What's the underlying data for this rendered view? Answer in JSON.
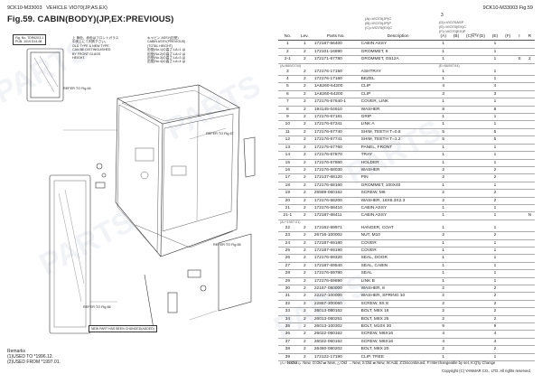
{
  "header": {
    "code_left": "9CK10-M33003",
    "vehicle": "VEHICLE VIO70(JP,AS,EX)",
    "title": "Fig.59.  CABIN(BODY)(JP,EX:PREVIOUS)",
    "code_right": "9CK10-M33003    Fig.59",
    "code_right2": "3",
    "legend": [
      "(A)=VIO70(JP)C",
      "(B)=VIO70(JP)P",
      "(C)=VIO70(EX)C",
      "(D)=VIO70ASP",
      "(E)=VIO70(EX)C",
      "(F)=VIO70(EX)P"
    ]
  },
  "diagram": {
    "box_note_1": [
      "Fig. No. TDR6203-1",
      "PUB. 1019 D14-98"
    ],
    "box_note_2": "NEW PART HAS BEEN CHANGED(ADDED)",
    "jp_note_1": [
      "上 無色、赤色はフロントガラス",
      "中央上にて判別下さい。",
      "OLD TYPE & NEW TYPE",
      "CAN BE DISTINGUISHED",
      "BY FRONT GLASS",
      "HEIGHT."
    ],
    "jp_note_2": [
      "キャビン ASSY(旧型)",
      "CABIN ASSY(PREVIOUS)",
      "(TOTAL HEIGHT)",
      "旧型(No.1)の高さ:LA=1 は",
      "旧型(No.2)の高さ:LA=2 は",
      "旧型(No.3)の高さ:LA=3 は",
      "旧型(No.4)の高さ:LA=4 は"
    ],
    "refs": [
      "REFER TO Fig.64",
      "REFER TO Fig.67",
      "REFER TO Fig.65",
      "REFER TO Fig.66"
    ]
  },
  "remarks": [
    "Remarks",
    "(1)USED TO *1996.12.",
    "(2)USED FROM *1997.01."
  ],
  "table": {
    "columns": {
      "no": "No.",
      "lev": "Lev.",
      "part": "Parts No.",
      "desc": "Description",
      "qty": "Q'ty",
      "i": "I",
      "r": "R",
      "q_cols": [
        "(A)",
        "(B)",
        "(C)",
        "(D)",
        "(E)",
        "(F)"
      ]
    },
    "rows": [
      {
        "no": "1",
        "lev": "1",
        "part": "172187-66400",
        "desc": "CABIN ASSY",
        "q": [
          "1",
          "",
          "",
          "",
          "1",
          ""
        ],
        "i": "",
        "r": ""
      },
      {
        "no": "2",
        "lev": "2",
        "part": "172101-16890",
        "desc": "GROMMET, 9",
        "q": [
          "1",
          "",
          "",
          "",
          "1",
          ""
        ],
        "i": "",
        "r": ""
      },
      {
        "no": "2-1",
        "lev": "2",
        "part": "172171-67780",
        "desc": "GROMMET, G512A",
        "q": [
          "1",
          "",
          "",
          "",
          "1",
          ""
        ],
        "i": "S",
        "r": "2"
      },
      {
        "note": "(A=660/0744)",
        "note2": "(E=66/00744)"
      },
      {
        "no": "3",
        "lev": "2",
        "part": "172176-17150",
        "desc": "ASHTRAY",
        "q": [
          "1",
          "",
          "",
          "",
          "1",
          ""
        ],
        "i": "",
        "r": ""
      },
      {
        "no": "4",
        "lev": "2",
        "part": "172176-17160",
        "desc": "BEZEL",
        "q": [
          "1",
          "",
          "",
          "",
          "1",
          ""
        ],
        "i": "",
        "r": ""
      },
      {
        "no": "5",
        "lev": "2",
        "part": "1A6260-64200",
        "desc": "CLIP",
        "q": [
          "4",
          "",
          "",
          "",
          "4",
          ""
        ],
        "i": "",
        "r": ""
      },
      {
        "no": "6",
        "lev": "2",
        "part": "1A6260-64200",
        "desc": "CLIP",
        "q": [
          "3",
          "",
          "",
          "",
          "3",
          ""
        ],
        "i": "",
        "r": ""
      },
      {
        "no": "7",
        "lev": "2",
        "part": "172176-67640-1",
        "desc": "COVER, LINK",
        "q": [
          "1",
          "",
          "",
          "",
          "1",
          ""
        ],
        "i": "",
        "r": ""
      },
      {
        "no": "8",
        "lev": "2",
        "part": "194145-04610",
        "desc": "WASHER",
        "q": [
          "8",
          "",
          "",
          "",
          "8",
          ""
        ],
        "i": "",
        "r": ""
      },
      {
        "no": "9",
        "lev": "2",
        "part": "172176-67181",
        "desc": "GRIP",
        "q": [
          "1",
          "",
          "",
          "",
          "1",
          ""
        ],
        "i": "",
        "r": ""
      },
      {
        "no": "10",
        "lev": "2",
        "part": "172176-67341",
        "desc": "LINK A",
        "q": [
          "1",
          "",
          "",
          "",
          "1",
          ""
        ],
        "i": "",
        "r": ""
      },
      {
        "no": "11",
        "lev": "2",
        "part": "172176-67740",
        "desc": "SHIM, TEETH T=0.8",
        "q": [
          "5",
          "",
          "",
          "",
          "5",
          ""
        ],
        "i": "",
        "r": ""
      },
      {
        "no": "12",
        "lev": "2",
        "part": "172176-67741",
        "desc": "SHIM, TEETH T=1.2",
        "q": [
          "5",
          "",
          "",
          "",
          "5",
          ""
        ],
        "i": "",
        "r": ""
      },
      {
        "no": "13",
        "lev": "2",
        "part": "172175-67760",
        "desc": "PANEL, FRONT",
        "q": [
          "1",
          "",
          "",
          "",
          "1",
          ""
        ],
        "i": "",
        "r": ""
      },
      {
        "no": "14",
        "lev": "2",
        "part": "172176-67870",
        "desc": "TRAY",
        "q": [
          "1",
          "",
          "",
          "",
          "1",
          ""
        ],
        "i": "",
        "r": ""
      },
      {
        "no": "15",
        "lev": "2",
        "part": "172176-67860",
        "desc": "HOLDER",
        "q": [
          "1",
          "",
          "",
          "",
          "1",
          ""
        ],
        "i": "",
        "r": ""
      },
      {
        "no": "16",
        "lev": "2",
        "part": "172176-68030",
        "desc": "WASHER",
        "q": [
          "2",
          "",
          "",
          "",
          "2",
          ""
        ],
        "i": "",
        "r": ""
      },
      {
        "no": "17",
        "lev": "2",
        "part": "172137-68120",
        "desc": "PIN",
        "q": [
          "2",
          "",
          "",
          "",
          "2",
          ""
        ],
        "i": "",
        "r": ""
      },
      {
        "no": "18",
        "lev": "2",
        "part": "172176-68160",
        "desc": "GROMMET, 100X40",
        "q": [
          "1",
          "",
          "",
          "",
          "1",
          ""
        ],
        "i": "",
        "r": ""
      },
      {
        "no": "19",
        "lev": "2",
        "part": "26589-060162",
        "desc": "SCREW, M6",
        "q": [
          "2",
          "",
          "",
          "",
          "2",
          ""
        ],
        "i": "",
        "r": ""
      },
      {
        "no": "20",
        "lev": "2",
        "part": "172176-68200",
        "desc": "WASHER, 16X6.3X2.3",
        "q": [
          "2",
          "",
          "",
          "",
          "2",
          ""
        ],
        "i": "",
        "r": ""
      },
      {
        "no": "21",
        "lev": "2",
        "part": "172176-68410",
        "desc": "CABIN ASSY",
        "q": [
          "1",
          "",
          "",
          "",
          "1",
          ""
        ],
        "i": "",
        "r": ""
      },
      {
        "no": "21-1",
        "lev": "2",
        "part": "172187-68411",
        "desc": "CABIN ASSY",
        "q": [
          "1",
          "",
          "",
          "",
          "1",
          ""
        ],
        "i": "",
        "r": "N"
      },
      {
        "note": "(A=*1997.01)",
        "note2": ""
      },
      {
        "no": "22",
        "lev": "2",
        "part": "172162-69971",
        "desc": "HANGER, COAT",
        "q": [
          "1",
          "",
          "",
          "",
          "1",
          ""
        ],
        "i": "",
        "r": ""
      },
      {
        "no": "23",
        "lev": "2",
        "part": "26716-100002",
        "desc": "NUT, M10",
        "q": [
          "2",
          "",
          "",
          "",
          "2",
          ""
        ],
        "i": "",
        "r": ""
      },
      {
        "no": "24",
        "lev": "2",
        "part": "172187-69180",
        "desc": "COVER",
        "q": [
          "1",
          "",
          "",
          "",
          "1",
          ""
        ],
        "i": "",
        "r": ""
      },
      {
        "no": "25",
        "lev": "2",
        "part": "172187-69190",
        "desc": "COVER",
        "q": [
          "1",
          "",
          "",
          "",
          "1",
          ""
        ],
        "i": "",
        "r": ""
      },
      {
        "no": "26",
        "lev": "2",
        "part": "172176-69320",
        "desc": "SEAL, DOOR",
        "q": [
          "1",
          "",
          "",
          "",
          "1",
          ""
        ],
        "i": "",
        "r": ""
      },
      {
        "no": "27",
        "lev": "2",
        "part": "172187-69540",
        "desc": "SEAL, CABIN",
        "q": [
          "1",
          "",
          "",
          "",
          "1",
          ""
        ],
        "i": "",
        "r": ""
      },
      {
        "no": "28",
        "lev": "2",
        "part": "172176-69780",
        "desc": "SEAL",
        "q": [
          "1",
          "",
          "",
          "",
          "1",
          ""
        ],
        "i": "",
        "r": ""
      },
      {
        "no": "29",
        "lev": "2",
        "part": "172176-69890",
        "desc": "LINK B",
        "q": [
          "1",
          "",
          "",
          "",
          "1",
          ""
        ],
        "i": "",
        "r": ""
      },
      {
        "no": "30",
        "lev": "2",
        "part": "22167-080000",
        "desc": "WASHER, 8",
        "q": [
          "2",
          "",
          "",
          "",
          "2",
          ""
        ],
        "i": "",
        "r": ""
      },
      {
        "no": "31",
        "lev": "2",
        "part": "22217-100000",
        "desc": "WASHER, SPRING 10",
        "q": [
          "2",
          "",
          "",
          "",
          "2",
          ""
        ],
        "i": "",
        "r": ""
      },
      {
        "no": "32",
        "lev": "2",
        "part": "22867-300060",
        "desc": "SCREW, 8X 8",
        "q": [
          "2",
          "",
          "",
          "",
          "2",
          ""
        ],
        "i": "",
        "r": ""
      },
      {
        "no": "33",
        "lev": "2",
        "part": "26013-080162",
        "desc": "BOLT, M8X 16",
        "q": [
          "2",
          "",
          "",
          "",
          "2",
          ""
        ],
        "i": "",
        "r": ""
      },
      {
        "no": "34",
        "lev": "2",
        "part": "26013-080251",
        "desc": "BOLT, M8X 25",
        "q": [
          "2",
          "",
          "",
          "",
          "2",
          ""
        ],
        "i": "",
        "r": ""
      },
      {
        "no": "35",
        "lev": "2",
        "part": "26013-100302",
        "desc": "BOLT, M10X 30",
        "q": [
          "9",
          "",
          "",
          "",
          "9",
          ""
        ],
        "i": "",
        "r": ""
      },
      {
        "no": "36",
        "lev": "2",
        "part": "26022-060162",
        "desc": "SCREW, M6X16",
        "q": [
          "4",
          "",
          "",
          "",
          "4",
          ""
        ],
        "i": "",
        "r": ""
      },
      {
        "no": "37",
        "lev": "2",
        "part": "26022-060162",
        "desc": "SCREW, M6X16",
        "q": [
          "4",
          "",
          "",
          "",
          "4",
          ""
        ],
        "i": "",
        "r": ""
      },
      {
        "no": "38",
        "lev": "2",
        "part": "26460-080202",
        "desc": "BOLT, M8X 20",
        "q": [
          "2",
          "",
          "",
          "",
          "2",
          ""
        ],
        "i": "",
        "r": ""
      },
      {
        "no": "39",
        "lev": "2",
        "part": "172122-17190",
        "desc": "CLIP, TREE",
        "q": [
          "1",
          "",
          "",
          "",
          "1",
          ""
        ],
        "i": "",
        "r": ""
      },
      {
        "note": "(A=*1997.01)",
        "note2": ""
      }
    ]
  },
  "footer": {
    "line1": "N:Old → New, O:Old ⇄ New, △:Old → New, S:Old ⇄ New, W:Add, Z:Discontinued, F:Interchangeable by set, K:Q'ty Change",
    "line2": "Copyright (C) YANMAR CO., LTD. All rights reserved."
  }
}
